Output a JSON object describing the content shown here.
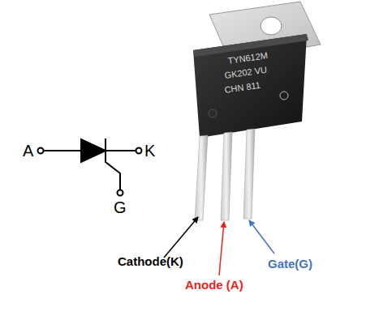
{
  "diagram": {
    "labels": [
      "A",
      "K",
      "G",
      "TYN612M",
      "GK202 VU",
      "CHN 811",
      "Cathode(K)",
      "Anode (A)",
      "Gate(G)"
    ]
  }
}
